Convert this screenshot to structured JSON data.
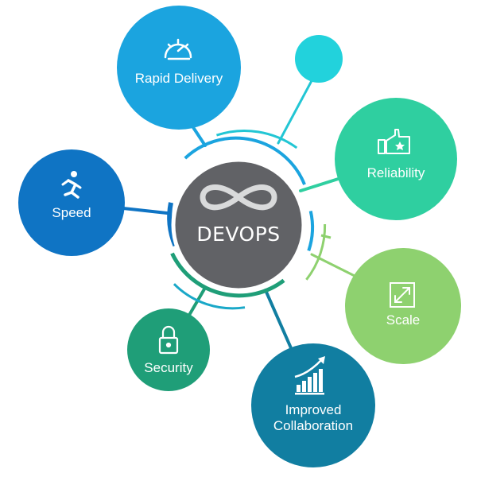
{
  "center": {
    "title": "DEVOPS",
    "icon": "infinity-icon"
  },
  "nodes": [
    {
      "id": "rapid-delivery",
      "label": "Rapid Delivery",
      "icon": "speedometer-icon",
      "color": "#1ba4df"
    },
    {
      "id": "speed",
      "label": "Speed",
      "icon": "running-person-icon",
      "color": "#0f74c4"
    },
    {
      "id": "reliability",
      "label": "Reliability",
      "icon": "thumbs-up-star-icon",
      "color": "#2fcfa0"
    },
    {
      "id": "scale",
      "label": "Scale",
      "icon": "resize-icon",
      "color": "#8ed16f"
    },
    {
      "id": "security",
      "label": "Security",
      "icon": "padlock-icon",
      "color": "#1f9e78"
    },
    {
      "id": "improved-collaboration",
      "label_line1": "Improved",
      "label_line2": "Collaboration",
      "icon": "rising-bar-chart-icon",
      "color": "#117ea1"
    },
    {
      "id": "small-accent",
      "icon": "",
      "color": "#22d2dc"
    }
  ]
}
